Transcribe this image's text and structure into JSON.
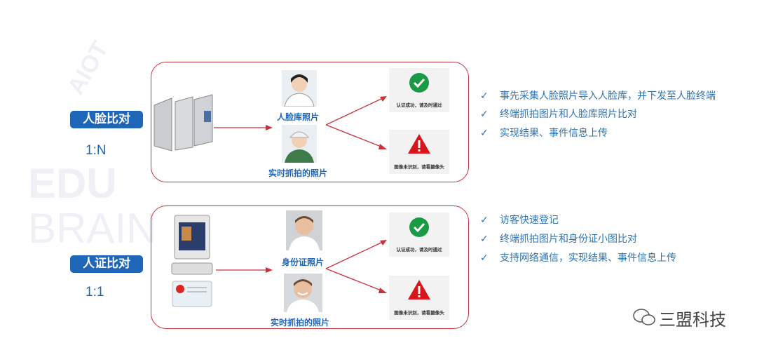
{
  "watermark": {
    "words": [
      "AIOT",
      "EDU",
      "BRAIN"
    ]
  },
  "sections": [
    {
      "badge": "人脸比对",
      "ratio": "1:N",
      "photo_labels": [
        "人脸库照片",
        "实时抓拍的照片"
      ],
      "results": [
        {
          "icon": "check-icon",
          "caption": "认证成功，请及时通过"
        },
        {
          "icon": "warning-icon",
          "caption": "图像未识别，请看摄像头"
        }
      ],
      "features": [
        "事先采集人脸照片导入人脸库，并下发至人脸终端",
        "终端抓拍图片和人脸库照片比对",
        "实现结果、事件信息上传"
      ]
    },
    {
      "badge": "人证比对",
      "ratio": "1:1",
      "photo_labels": [
        "身份证照片",
        "实时抓拍的照片"
      ],
      "results": [
        {
          "icon": "check-icon",
          "caption": "认证成功，请及时通过"
        },
        {
          "icon": "warning-icon",
          "caption": "图像未识别，请看摄像头"
        }
      ],
      "features": [
        "访客快速登记",
        "终端抓拍图片和身份证小图比对",
        "支持网络通信，实现结果、事件信息上传"
      ]
    }
  ],
  "footer": {
    "brand": "三盟科技"
  },
  "colors": {
    "accent_blue": "#1f66b8",
    "border_red": "#c8323c",
    "success_green": "#1a9a45",
    "warning_red": "#d9141b"
  }
}
